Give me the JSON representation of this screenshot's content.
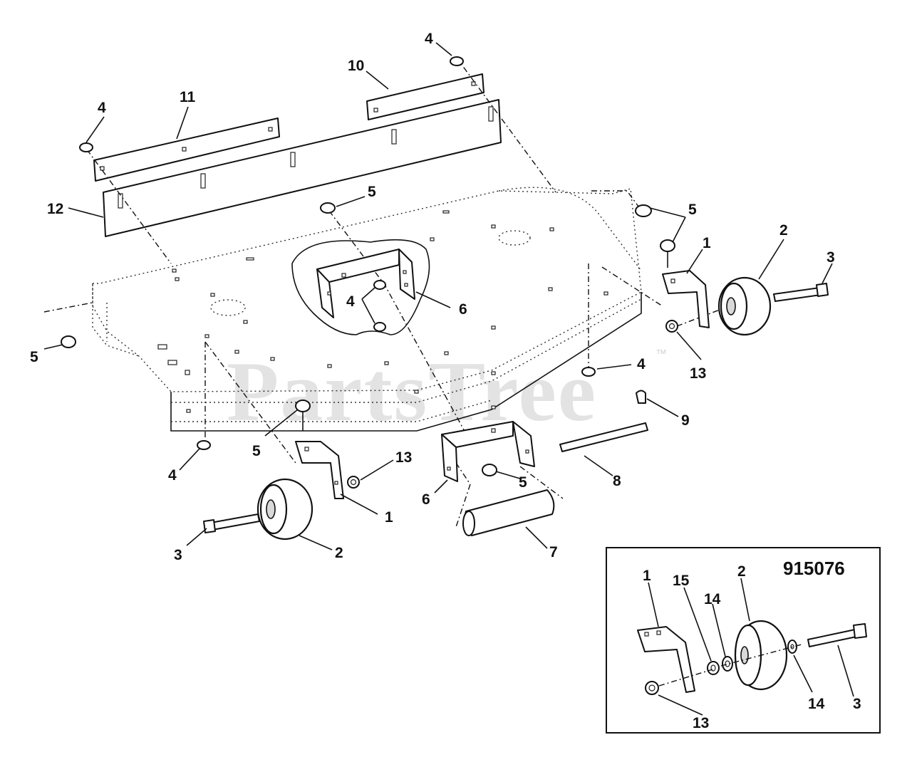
{
  "watermark": {
    "text": "PartsTree",
    "trademark": "™"
  },
  "inset": {
    "title": "915076"
  },
  "callouts": [
    {
      "id": "c-4-top",
      "label": "4"
    },
    {
      "id": "c-10",
      "label": "10"
    },
    {
      "id": "c-11",
      "label": "11"
    },
    {
      "id": "c-4-left",
      "label": "4"
    },
    {
      "id": "c-12",
      "label": "12"
    },
    {
      "id": "c-5-top-mid",
      "label": "5"
    },
    {
      "id": "c-5-top-right",
      "label": "5"
    },
    {
      "id": "c-2-right",
      "label": "2"
    },
    {
      "id": "c-1-right",
      "label": "1"
    },
    {
      "id": "c-3-right",
      "label": "3"
    },
    {
      "id": "c-4-center",
      "label": "4"
    },
    {
      "id": "c-6-center",
      "label": "6"
    },
    {
      "id": "c-13-right",
      "label": "13"
    },
    {
      "id": "c-5-left",
      "label": "5"
    },
    {
      "id": "c-4-right",
      "label": "4"
    },
    {
      "id": "c-9",
      "label": "9"
    },
    {
      "id": "c-5-center",
      "label": "5"
    },
    {
      "id": "c-13-left",
      "label": "13"
    },
    {
      "id": "c-4-bottom",
      "label": "4"
    },
    {
      "id": "c-8",
      "label": "8"
    },
    {
      "id": "c-5-roller",
      "label": "5"
    },
    {
      "id": "c-6-roller",
      "label": "6"
    },
    {
      "id": "c-1-left",
      "label": "1"
    },
    {
      "id": "c-3-left",
      "label": "3"
    },
    {
      "id": "c-2-left",
      "label": "2"
    },
    {
      "id": "c-7",
      "label": "7"
    },
    {
      "id": "c-1-inset",
      "label": "1"
    },
    {
      "id": "c-15-inset",
      "label": "15"
    },
    {
      "id": "c-14-inset-top",
      "label": "14"
    },
    {
      "id": "c-2-inset",
      "label": "2"
    },
    {
      "id": "c-14-inset-bottom",
      "label": "14"
    },
    {
      "id": "c-3-inset",
      "label": "3"
    },
    {
      "id": "c-13-inset",
      "label": "13"
    }
  ]
}
